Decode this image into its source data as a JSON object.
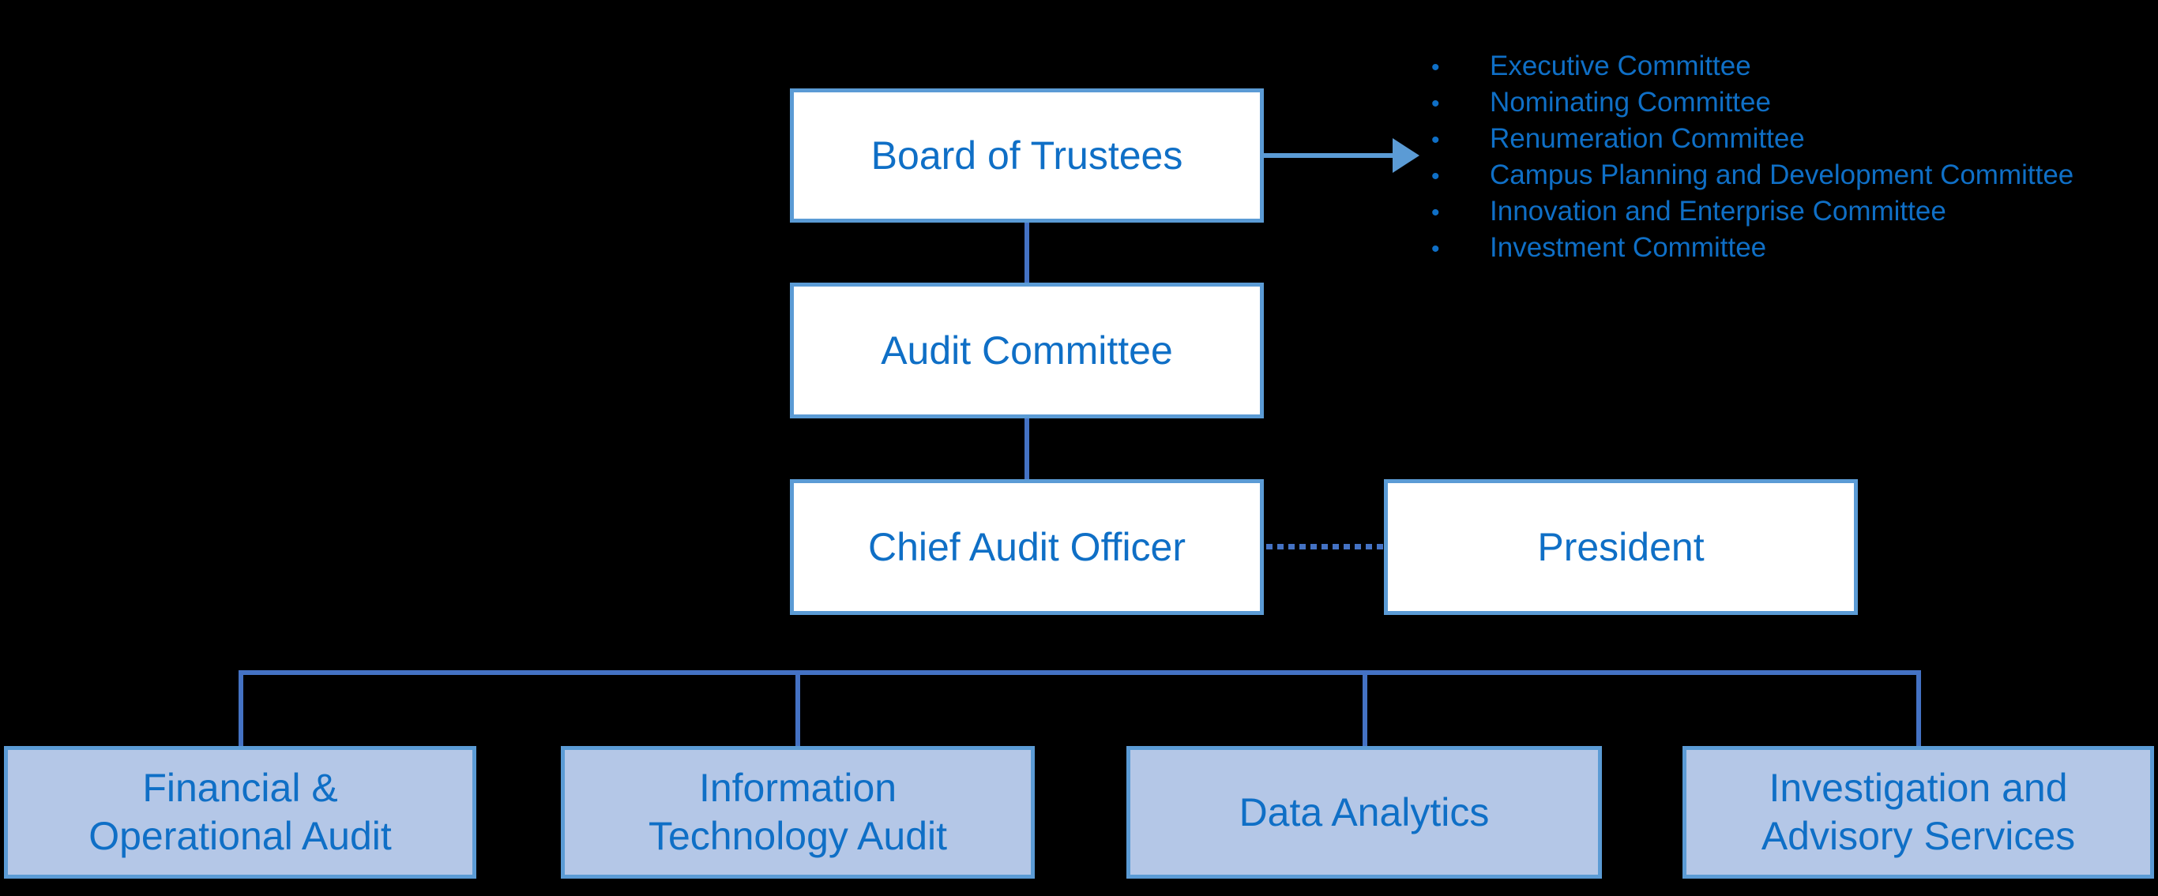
{
  "chart": {
    "type": "org-chart",
    "background_color": "#000000",
    "colors": {
      "node_border": "#5B9BD5",
      "node_text": "#0F6FC6",
      "parent_fill": "#FFFFFF",
      "child_fill": "#B4C7E7",
      "connector": "#4472C4",
      "arrow": "#5B9BD5"
    },
    "nodes": {
      "board": "Board of Trustees",
      "audit_committee": "Audit Committee",
      "chief_audit_officer": "Chief Audit Officer",
      "president": "President",
      "financial": "Financial &\nOperational Audit",
      "it_audit": "Information\nTechnology Audit",
      "data_analytics": "Data Analytics",
      "investigation": "Investigation and\nAdvisory Services"
    },
    "board_committees": {
      "bullet_glyph": "•",
      "items": [
        "Executive Committee",
        "Nominating Committee",
        "Renumeration Committee",
        "Campus Planning and Development Committee",
        "Innovation and Enterprise Committee",
        "Investment Committee"
      ]
    }
  }
}
